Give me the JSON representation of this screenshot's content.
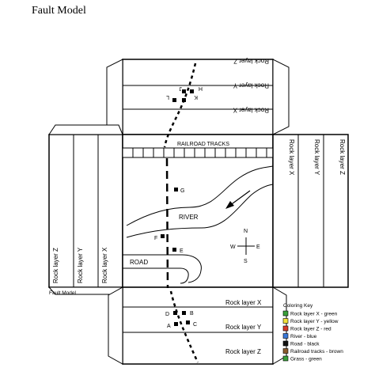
{
  "title": "Fault Model",
  "caption": "Fault Model",
  "rock_layers": {
    "x": "Rock layer X",
    "y": "Rock layer Y",
    "z": "Rock layer Z"
  },
  "features": {
    "railroad": "RAILROAD TRACKS",
    "river": "RIVER",
    "road": "ROAD"
  },
  "compass": {
    "n": "N",
    "s": "S",
    "e": "E",
    "w": "W"
  },
  "points": {
    "A": "A",
    "B": "B",
    "C": "C",
    "D": "D",
    "E": "E",
    "F": "F",
    "G": "G",
    "H": "H",
    "J": "J",
    "K": "K",
    "L": "L"
  },
  "coloring_key": {
    "title": "Coloring Key",
    "items": [
      {
        "label": "Rock layer X - green",
        "color": "#3aa03a"
      },
      {
        "label": "Rock layer Y - yellow",
        "color": "#f2e13a"
      },
      {
        "label": "Rock layer Z - red",
        "color": "#d83a2a"
      },
      {
        "label": "River - blue",
        "color": "#3a78d8"
      },
      {
        "label": "Road - black",
        "color": "#111111"
      },
      {
        "label": "Railroad tracks - brown",
        "color": "#8a5a2a"
      },
      {
        "label": "Grass - green",
        "color": "#3aa03a"
      }
    ]
  }
}
